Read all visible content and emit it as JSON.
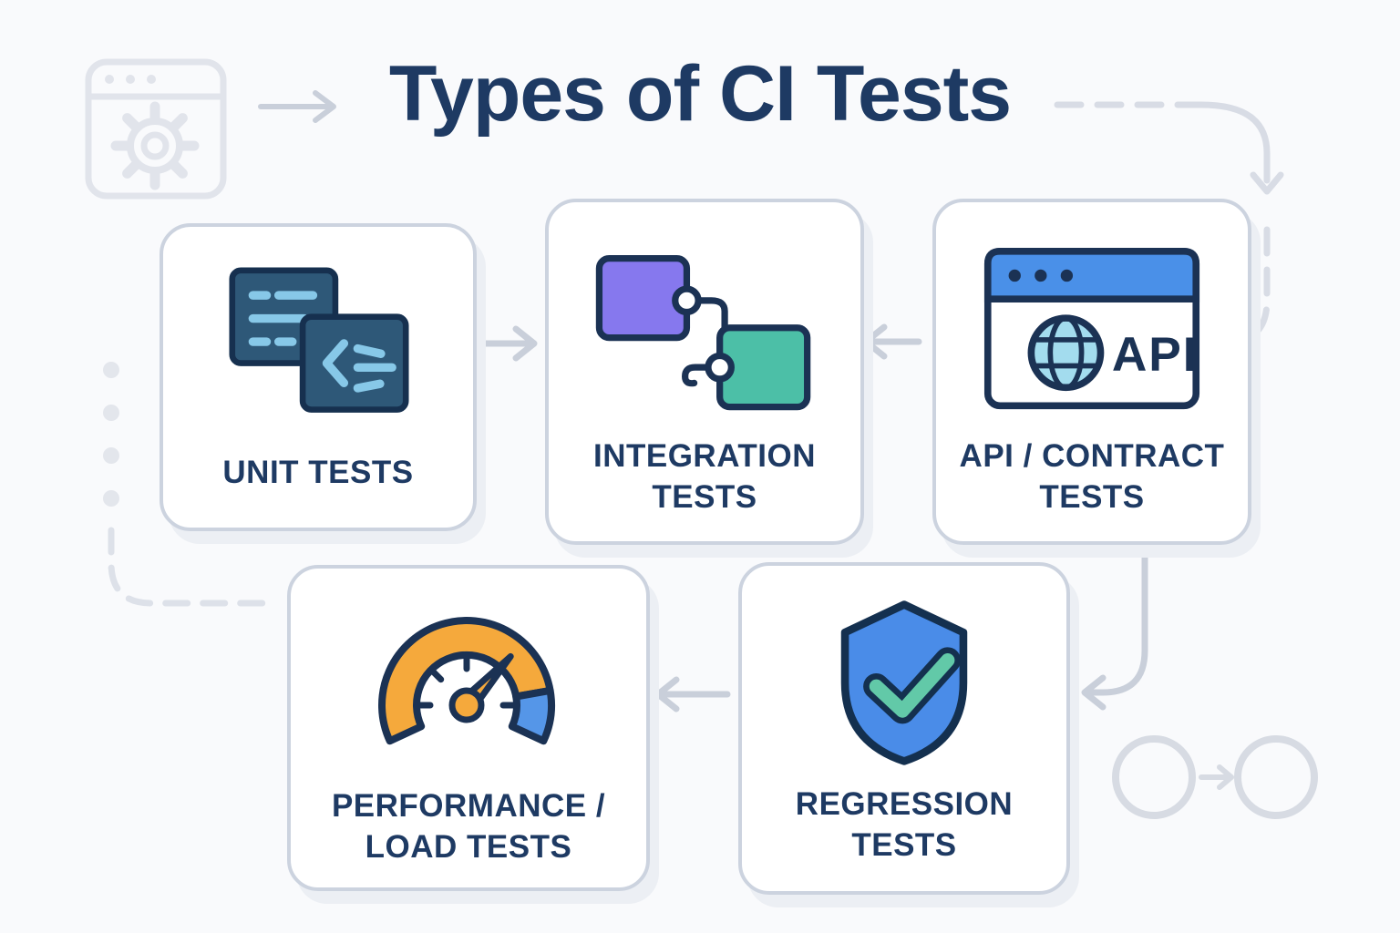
{
  "header": {
    "title": "Types of CI Tests"
  },
  "cards": {
    "unit": {
      "label": "UNIT TESTS"
    },
    "integration": {
      "line1": "INTEGRATION",
      "line2": "TESTS"
    },
    "api": {
      "line1": "API / CONTRACT",
      "line2": "TESTS"
    },
    "performance": {
      "line1": "PERFORMANCE /",
      "line2": "LOAD TESTS"
    },
    "regression": {
      "line1": "REGRESSION",
      "line2": "TESTS"
    }
  },
  "api_icon": {
    "label": "API"
  },
  "icons": {
    "top_left": "browser-gear-icon",
    "unit": "code-blocks-icon",
    "integration": "linked-blocks-icon",
    "api": "browser-globe-api-icon",
    "performance": "speedometer-icon",
    "regression": "shield-check-icon"
  },
  "colors": {
    "navy": "#1b3254",
    "title_navy": "#1e3a63",
    "card_border": "#ccd3df",
    "arrow_gray": "#c9cfda",
    "dashed_gray": "#d8dce5",
    "decor_light": "#e1e4eb",
    "dot_gray": "#e3e6ec",
    "unit_square": "#2e5878",
    "unit_square_stroke": "#16304f",
    "code_blue": "#87c8e8",
    "purple": "#8678ee",
    "teal": "#4cbfa7",
    "api_header_blue": "#4a90e8",
    "globe_fill": "#a3dcee",
    "gauge_orange": "#f5a93c",
    "gauge_blue": "#5596e8",
    "shield_blue": "#4a8ce8",
    "check_teal": "#62c9a8"
  }
}
